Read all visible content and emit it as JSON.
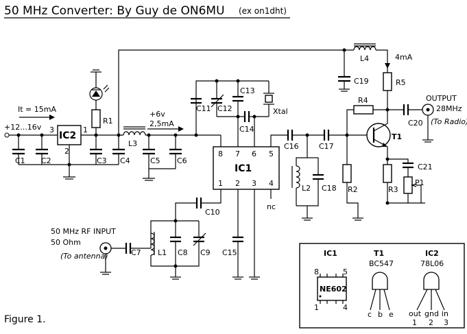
{
  "title": "50 MHz Converter: By Guy de ON6MU",
  "title_note": "(ex on1dht)",
  "figure_label": "Figure 1.",
  "supply": {
    "voltage": "+12...16v",
    "current": "It = 15mA"
  },
  "rail6v": {
    "voltage": "+6v",
    "current": "2,5mA"
  },
  "l4_current": "4mA",
  "output": {
    "label": "OUTPUT",
    "freq": "28MHz",
    "note": "(To Radio)"
  },
  "input": {
    "label": "50 MHz RF INPUT",
    "impedance": "50 Ohm",
    "note": "(To antenna)"
  },
  "ic2": {
    "name": "IC2",
    "pins": [
      "3",
      "1",
      "2"
    ]
  },
  "ic1": {
    "name": "IC1",
    "top_pins": [
      "8",
      "7",
      "6",
      "5"
    ],
    "bottom_pins": [
      "1",
      "2",
      "3",
      "4"
    ],
    "nc": "nc"
  },
  "components": {
    "C1": "C1",
    "C2": "C2",
    "C3": "C3",
    "C4": "C4",
    "C5": "C5",
    "C6": "C6",
    "C7": "C7",
    "C8": "C8",
    "C9": "C9",
    "C10": "C10",
    "C11": "C11",
    "C12": "C12",
    "C13": "C13",
    "C14": "C14",
    "C15": "C15",
    "C16": "C16",
    "C17": "C17",
    "C18": "C18",
    "C19": "C19",
    "C20": "C20",
    "C21": "C21",
    "R1": "R1",
    "R2": "R2",
    "R3": "R3",
    "R4": "R4",
    "R5": "R5",
    "P1": "P1",
    "L1": "L1",
    "L2": "L2",
    "L3": "L3",
    "L4": "L4",
    "Xtal": "Xtal",
    "T1": "T1"
  },
  "pinout": {
    "ic1_title": "IC1",
    "ic1_chip": "NE602",
    "ic1_pins": [
      "8",
      "5",
      "1",
      "4"
    ],
    "t1_title": "T1",
    "t1_part": "BC547",
    "t1_legs": [
      "c",
      "b",
      "e"
    ],
    "ic2_title": "IC2",
    "ic2_part": "78L06",
    "ic2_legs": [
      "out",
      "gnd",
      "in"
    ],
    "ic2_nums": [
      "1",
      "2",
      "3"
    ]
  }
}
